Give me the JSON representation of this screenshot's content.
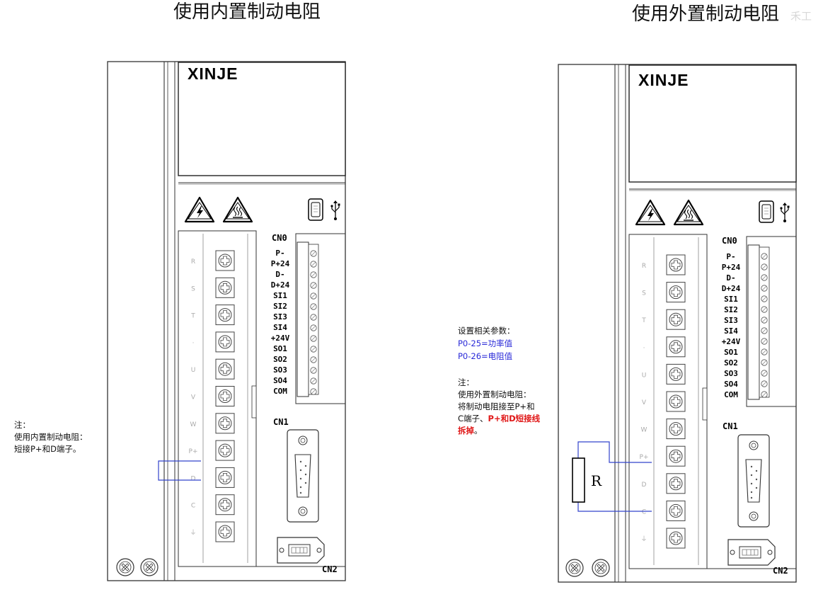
{
  "left": {
    "title": "使用内置制动电阻",
    "brand": "XINJE",
    "note_title": "注：",
    "note_line1": "使用内置制动电阻：",
    "note_line2": "短接P+和D端子。"
  },
  "right": {
    "title": "使用外置制动电阻",
    "watermark": "禾工",
    "brand": "XINJE",
    "resistor_label": "R",
    "param_title": "设置相关参数：",
    "param_1": "P0-25=功率值",
    "param_2": "P0-26=电阻值",
    "note_title": "注：",
    "note_line1": "使用外置制动电阻：",
    "note_line2": "将制动电阻接至P+和",
    "note_line3_a": "C端子、",
    "note_line3_b": "P+和D短接线",
    "note_line4_a": "拆掉",
    "note_line4_b": "。"
  },
  "connectors": {
    "cn0": "CN0",
    "cn1": "CN1",
    "cn2": "CN2"
  },
  "cn0_terminals": [
    "P-",
    "P+24",
    "D-",
    "D+24",
    "SI1",
    "SI2",
    "SI3",
    "SI4",
    "+24V",
    "SO1",
    "SO2",
    "SO3",
    "SO4",
    "COM"
  ],
  "power_terminals": [
    "R",
    "S",
    "T",
    "·",
    "U",
    "V",
    "W",
    "P+",
    "D",
    "C",
    "⏚"
  ],
  "colors": {
    "wire": "#3344cc",
    "param_text": "#2a2ad8",
    "warning_text": "#e01818"
  }
}
